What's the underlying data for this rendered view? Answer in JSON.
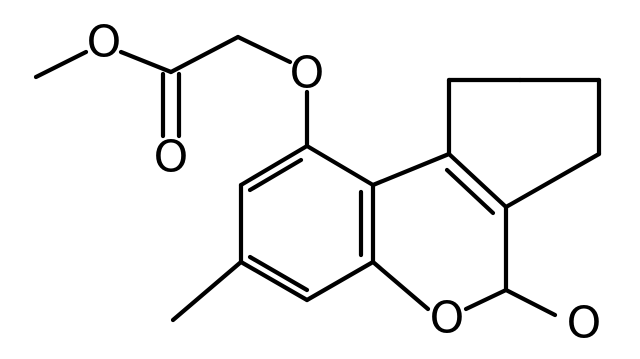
{
  "molecule": {
    "atom_labels": {
      "ester_ether_oxygen": "O",
      "ester_carbonyl_oxygen": "O",
      "aryl_ether_oxygen": "O",
      "ring_oxygen": "O",
      "lactone_carbonyl_oxygen": "O"
    },
    "colors": {
      "bond": "#000000",
      "label": "#000000",
      "background": "#ffffff"
    }
  }
}
